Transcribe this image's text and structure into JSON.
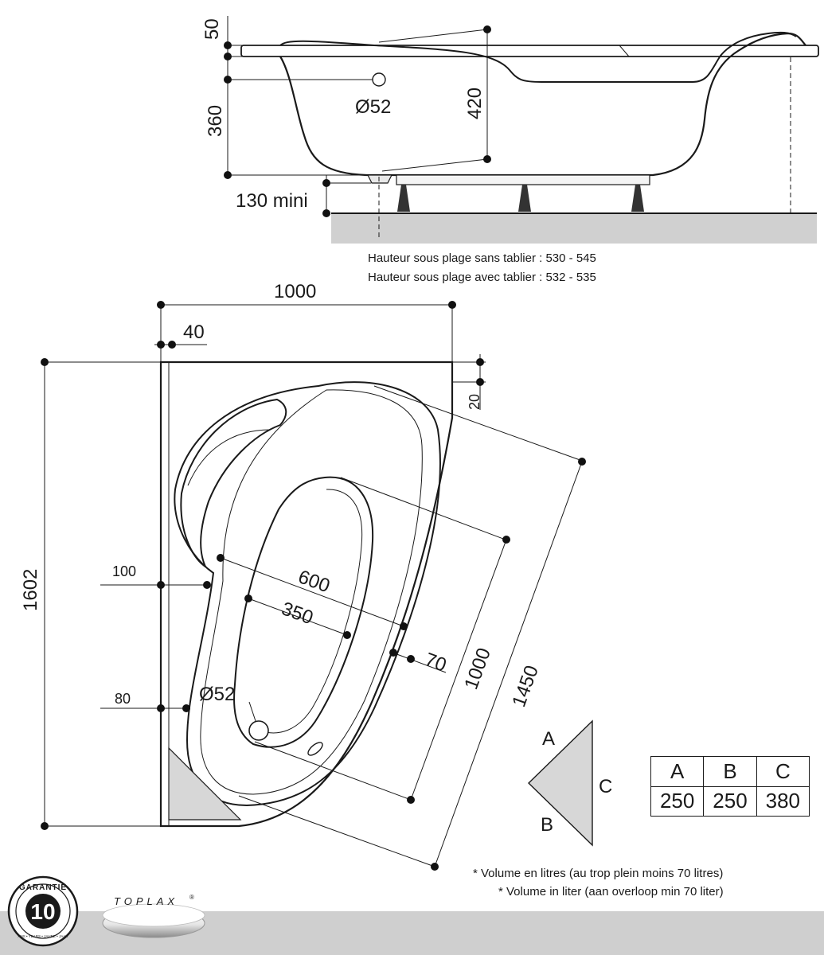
{
  "side_view": {
    "dim_rim": "50",
    "dim_depth_inner": "360",
    "dim_depth_total": "420",
    "dim_drain": "Ø52",
    "dim_feet": "130 mini"
  },
  "notes": {
    "height_without_panel": "Hauteur sous plage sans tablier : 530 - 545",
    "height_with_panel": "Hauteur sous plage avec tablier : 532 - 535"
  },
  "top_view": {
    "dim_width": "1000",
    "dim_edge": "40",
    "dim_top": "20",
    "dim_length": "1602",
    "dim_left_upper": "100",
    "dim_left_lower": "80",
    "dim_inner_long": "600",
    "dim_inner_short": "350",
    "dim_rim_side": "70",
    "dim_diag_1000": "1000",
    "dim_diag_1450": "1450",
    "dim_drain": "Ø52"
  },
  "triangle": {
    "label_a": "A",
    "label_b": "B",
    "label_c": "C"
  },
  "volume_table": {
    "headers": [
      "A",
      "B",
      "C"
    ],
    "values": [
      "250",
      "250",
      "380"
    ]
  },
  "footnotes": {
    "fr": "* Volume en litres (au trop plein moins 70 litres)",
    "nl": "* Volume in liter (aan overloop min 70 liter)"
  },
  "brand": {
    "guarantee_word": "GARANTIE",
    "guarantee_years": "10",
    "guarantee_sub": "ANS • YEARS • JAHRE • JAAR",
    "logo_text": "TOPLAX"
  }
}
